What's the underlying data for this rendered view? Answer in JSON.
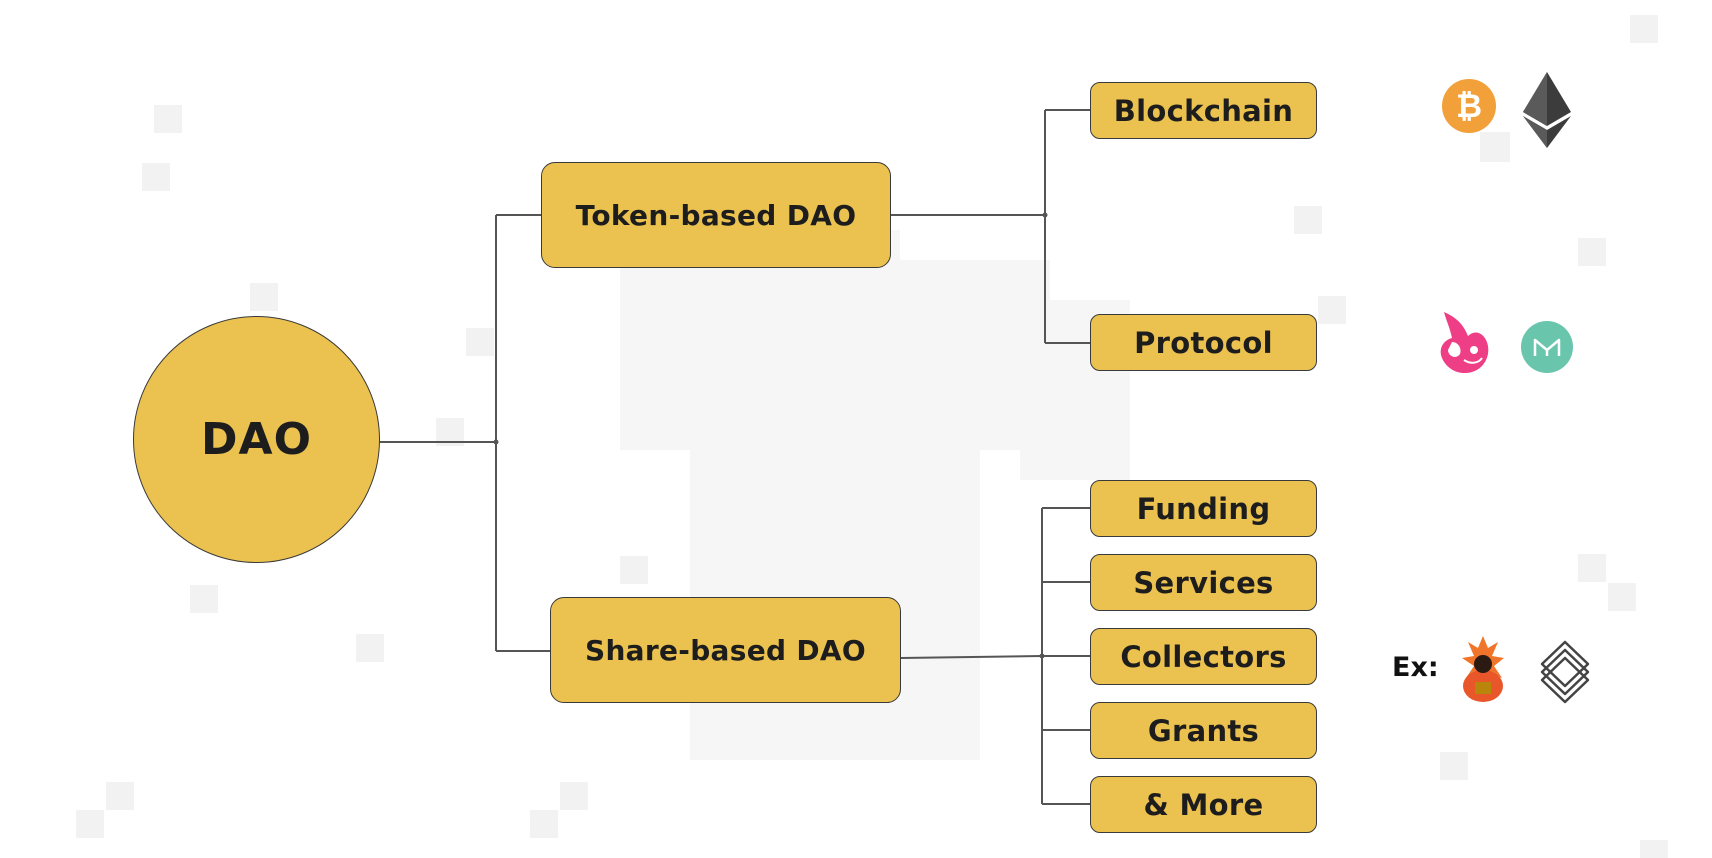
{
  "colors": {
    "node_fill": "#ebc24f",
    "node_border": "#3a3a3a",
    "line": "#555555",
    "bitcoin": "#f2a03a",
    "ethereum": "#3c3c3d",
    "uniswap": "#ee3f86",
    "maker": "#69c6ac"
  },
  "root": {
    "label": "DAO"
  },
  "branches": [
    {
      "label": "Token-based DAO",
      "children": [
        {
          "label": "Blockchain",
          "icons": [
            "bitcoin-icon",
            "ethereum-icon"
          ]
        },
        {
          "label": "Protocol",
          "icons": [
            "uniswap-icon",
            "maker-icon"
          ]
        }
      ]
    },
    {
      "label": "Share-based DAO",
      "children": [
        {
          "label": "Funding"
        },
        {
          "label": "Services"
        },
        {
          "label": "Collectors",
          "example_prefix": "Ex:",
          "icons": [
            "flamingo-dao-icon",
            "layers-icon"
          ]
        },
        {
          "label": "Grants"
        },
        {
          "label": "& More"
        }
      ]
    }
  ]
}
